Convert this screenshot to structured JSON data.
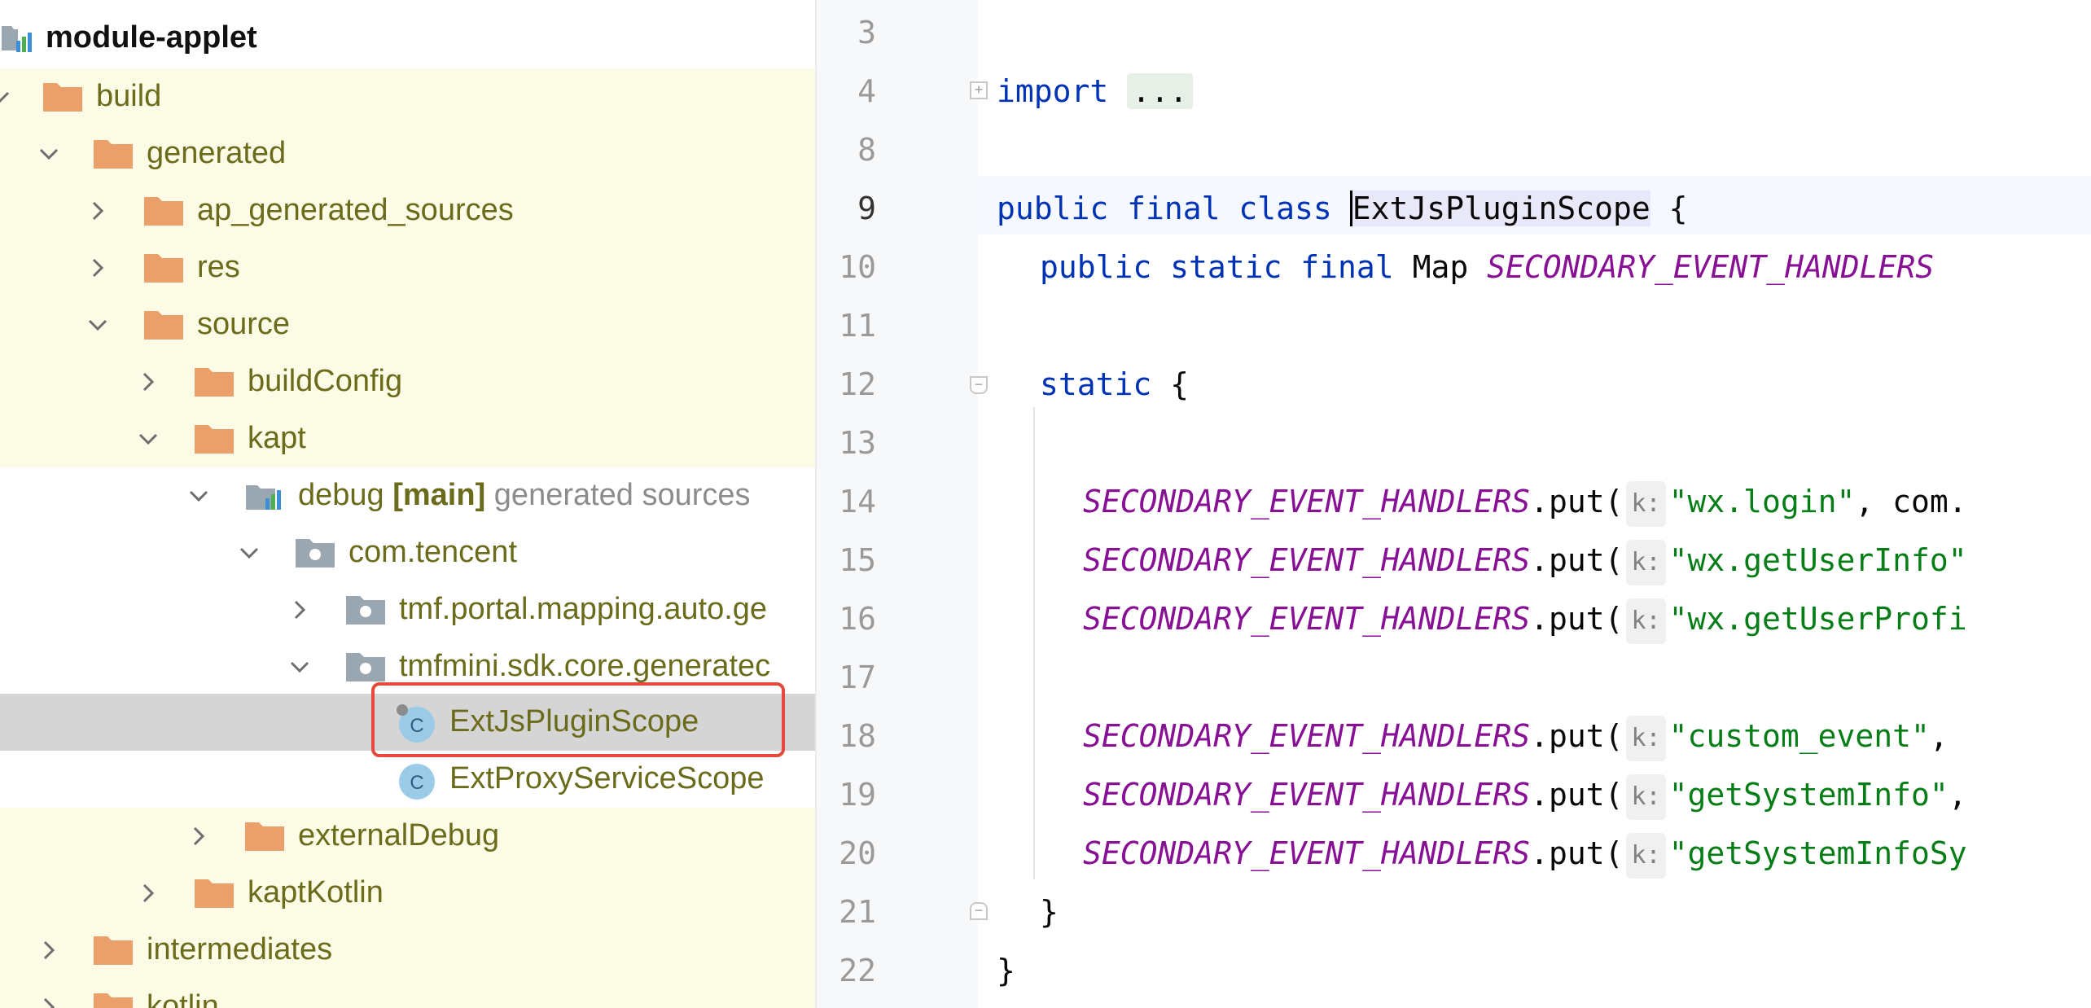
{
  "tree": {
    "root": "module-applet",
    "items": [
      {
        "label": "build"
      },
      {
        "label": "generated"
      },
      {
        "label": "ap_generated_sources"
      },
      {
        "label": "res"
      },
      {
        "label": "source"
      },
      {
        "label": "buildConfig"
      },
      {
        "label": "kapt"
      },
      {
        "label": "debug",
        "bold": "[main]",
        "suffix": "generated sources"
      },
      {
        "label": "com.tencent"
      },
      {
        "label": "tmf.portal.mapping.auto.ge"
      },
      {
        "label": "tmfmini.sdk.core.generatec"
      },
      {
        "label": "ExtJsPluginScope"
      },
      {
        "label": "ExtProxyServiceScope"
      },
      {
        "label": "externalDebug"
      },
      {
        "label": "kaptKotlin"
      },
      {
        "label": "intermediates"
      },
      {
        "label": "kotlin"
      }
    ],
    "class_icon_letter": "C"
  },
  "editor": {
    "line_numbers": [
      "3",
      "4",
      "8",
      "9",
      "10",
      "11",
      "12",
      "13",
      "14",
      "15",
      "16",
      "17",
      "18",
      "19",
      "20",
      "21",
      "22"
    ],
    "current_line": "9",
    "param_hint": "k:",
    "code": {
      "l4_kw": "import",
      "l4_ellipsis": "...",
      "l9_kw": "public final class",
      "l9_name": "ExtJsPluginScope",
      "l9_brace": "{",
      "l10_kw": "public static final",
      "l10_type": "Map",
      "l10_field": "SECONDARY_EVENT_HANDLERS",
      "l12_kw": "static",
      "l12_brace": "{",
      "field": "SECONDARY_EVENT_HANDLERS",
      "put": ".put(",
      "l14_str": "\"wx.login\"",
      "l14_rest": ", com.",
      "l15_str": "\"wx.getUserInfo\"",
      "l16_str": "\"wx.getUserProfi",
      "l18_str": "\"custom_event\"",
      "l18_rest": ",",
      "l19_str": "\"getSystemInfo\"",
      "l19_rest": ",",
      "l20_str": "\"getSystemInfoSy",
      "l21_brace": "}",
      "l22_brace": "}"
    }
  },
  "colors": {
    "keyword": "#0033b3",
    "field": "#871094",
    "string": "#067d17",
    "highlight_box": "#e34a3c"
  }
}
